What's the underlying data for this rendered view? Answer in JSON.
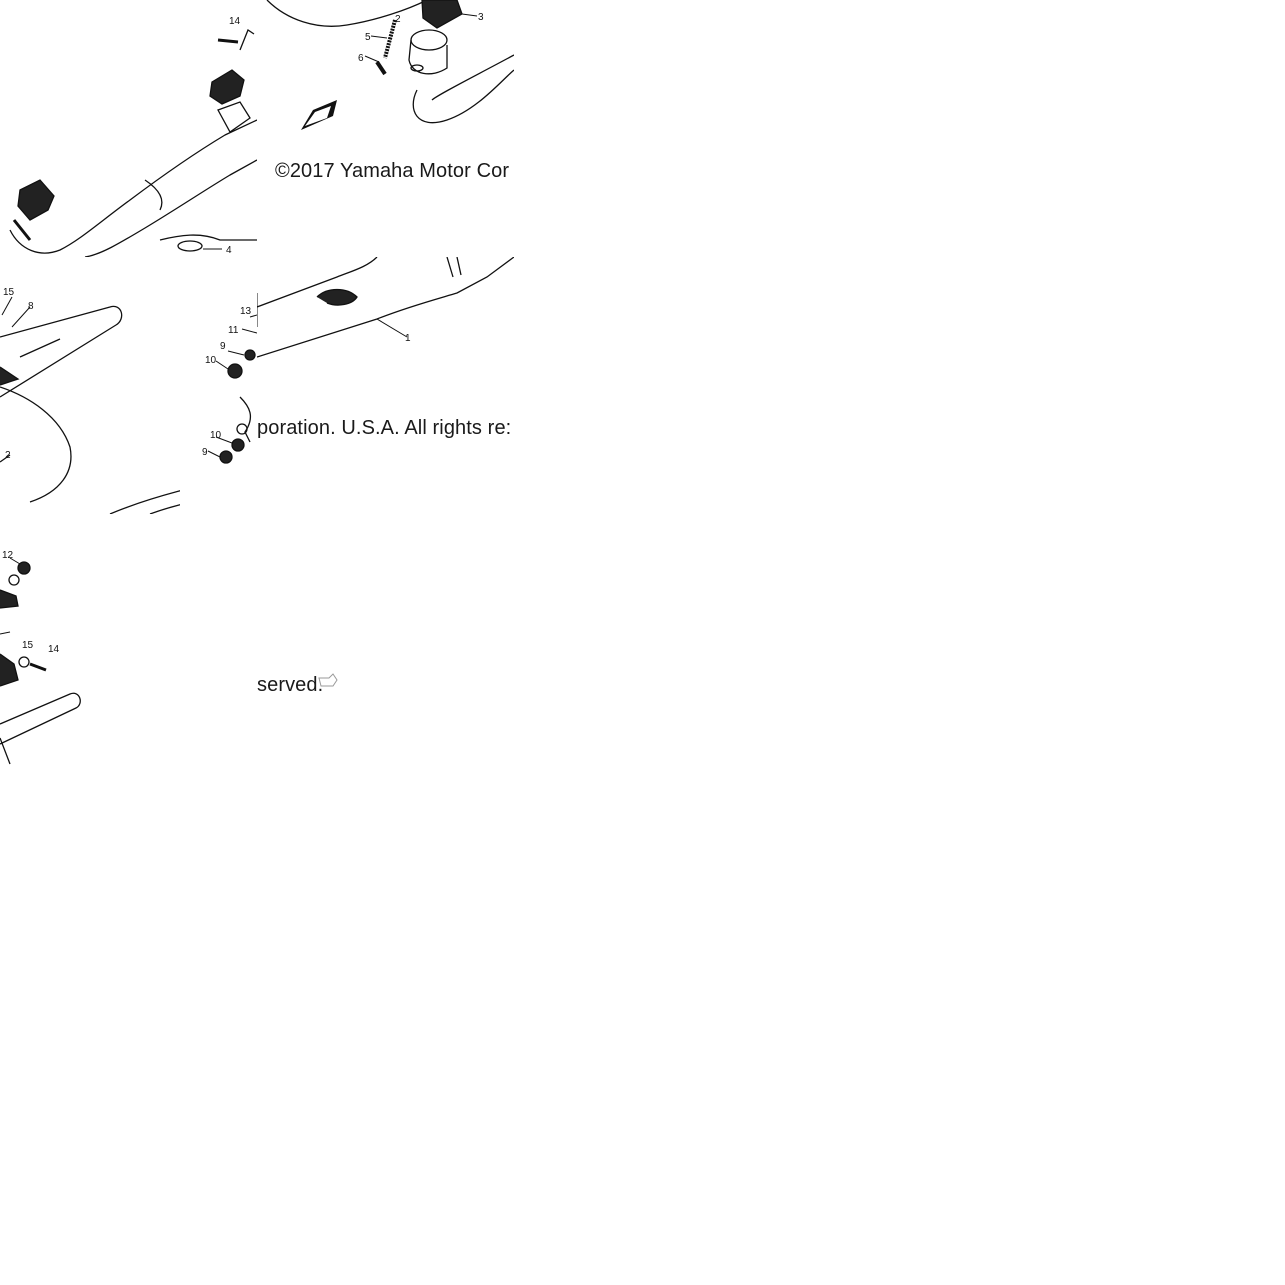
{
  "watermark": {
    "line1": "©2017 Yamaha Motor Cor",
    "line2": "poration. U.S.A. All rights re:",
    "line3": "served."
  },
  "callouts": {
    "tile_a": {
      "n14": "14",
      "n4": "4"
    },
    "tile_b": {
      "n2": "2",
      "n3": "3",
      "n5": "5",
      "n6": "6"
    },
    "tile_c": {
      "n15": "15",
      "n8": "8",
      "n2": "2"
    },
    "tile_d": {
      "n13": "13",
      "n11": "11",
      "n9a": "9",
      "n10a": "10",
      "n10b": "10",
      "n9b": "9",
      "n1": "1"
    },
    "tile_e": {
      "n12": "12",
      "n15": "15",
      "n14": "14"
    }
  },
  "icons": [
    "fwd-arrow-icon",
    "hand-pointer-icon"
  ]
}
